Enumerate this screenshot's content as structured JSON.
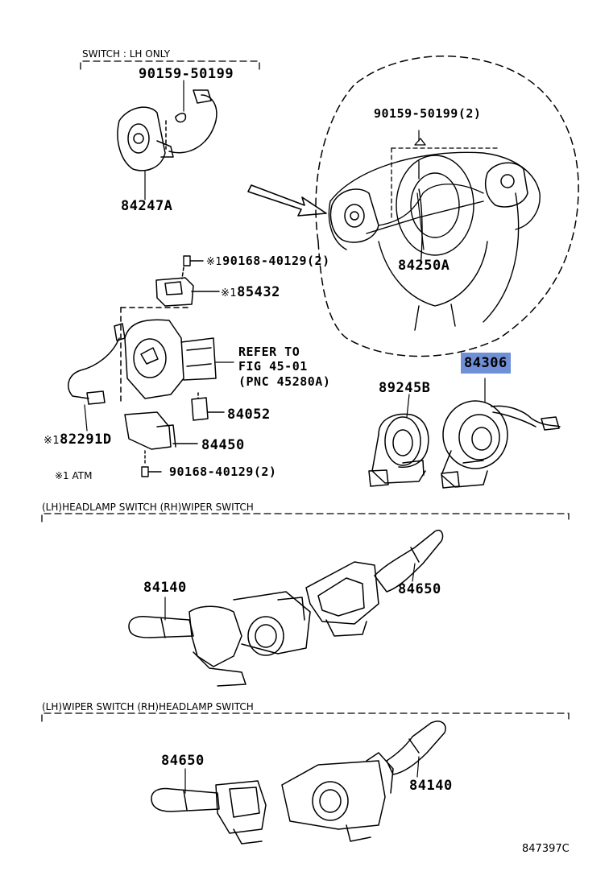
{
  "headings": {
    "switch_lh_only": "SWITCH : LH ONLY",
    "section_lh_headlamp": "(LH)HEADLAMP SWITCH  (RH)WIPER SWITCH",
    "section_lh_wiper": "(LH)WIPER SWITCH  (RH)HEADLAMP SWITCH"
  },
  "parts": {
    "p_90159_top": "90159-50199",
    "p_84247a": "84247A",
    "p_90159_wheel": "90159-50199(2)",
    "p_84250a": "84250A",
    "p_90168_top": "90168-40129(2)",
    "p_85432": "85432",
    "refer_line1": "REFER TO",
    "refer_line2": "FIG 45-01",
    "refer_line3": "(PNC 45280A)",
    "p_84306": "84306",
    "p_89245b": "89245B",
    "p_84052": "84052",
    "p_82291d": "82291D",
    "p_84450": "84450",
    "p_90168_bottom": "90168-40129(2)",
    "footnote_atm": "ATM",
    "p_84140_a": "84140",
    "p_84650_a": "84650",
    "p_84650_b": "84650",
    "p_84140_b": "84140",
    "figure_code": "847397C"
  },
  "markers": {
    "asterisk_one": "※1"
  }
}
